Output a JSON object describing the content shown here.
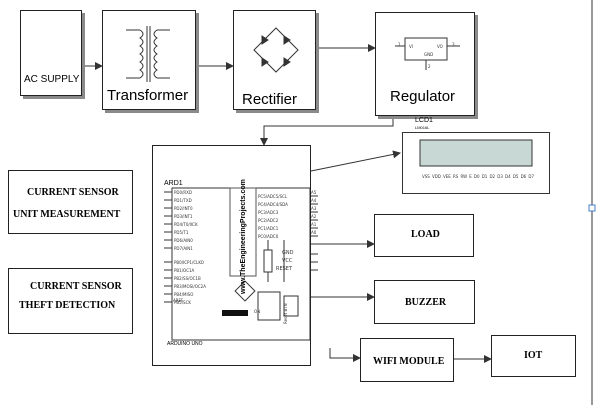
{
  "blocks": {
    "ac_supply": "AC SUPPLY",
    "transformer": "Transformer",
    "rectifier": "Rectifier",
    "regulator": "Regulator",
    "sensor_unit_line1": "CURRENT SENSOR",
    "sensor_unit_line2": "UNIT MEASUREMENT",
    "sensor_theft_line1": "CURRENT SENSOR",
    "sensor_theft_line2": "THEFT DETECTION",
    "load": "LOAD",
    "buzzer": "BUZZER",
    "wifi_module": "WIFI MODULE",
    "iot": "IOT"
  },
  "regulator_pins": {
    "vi": "VI",
    "vo": "VO",
    "gnd": "GND",
    "p1": "1",
    "p2": "2",
    "p3": "3"
  },
  "lcd": {
    "label": "LCD1",
    "model": "LM016L",
    "pins": [
      "VSS",
      "VDD",
      "VEE",
      "RS",
      "RW",
      "E",
      "D0",
      "D1",
      "D2",
      "D3",
      "D4",
      "D5",
      "D6",
      "D7"
    ]
  },
  "arduino": {
    "label": "ARD1",
    "watermark": "www.TheEngineeringProjects.com",
    "board_name": "ARDUINO UNO",
    "digital_pins": [
      "PD0/RXD",
      "PD1/TXD",
      "PD2/INT0",
      "PD3/INT1",
      "PD4/T0/XCK",
      "PD5/T1",
      "PD6/AIN0",
      "PD7/AIN1"
    ],
    "digital_pins2": [
      "PB0/ICP1/CLKO",
      "PB1/OC1A",
      "PB2/SS/OC1B",
      "PB3/MOSI/OC2A",
      "PB4/MISO",
      "PB5/SCK"
    ],
    "analog_pins": [
      "PC5/ADC5/SCL",
      "PC4/ADC4/SDA",
      "PC3/ADC3",
      "PC2/ADC2",
      "PC1/ADC1",
      "PC0/ADC0"
    ],
    "analog_labels": [
      "A5",
      "A4",
      "A3",
      "A2",
      "A1",
      "A0"
    ],
    "power_pins": [
      "GND",
      "VCC",
      "RESET"
    ],
    "aref": "AREF",
    "reset_btn": "Reset BTN",
    "on": "ON"
  }
}
